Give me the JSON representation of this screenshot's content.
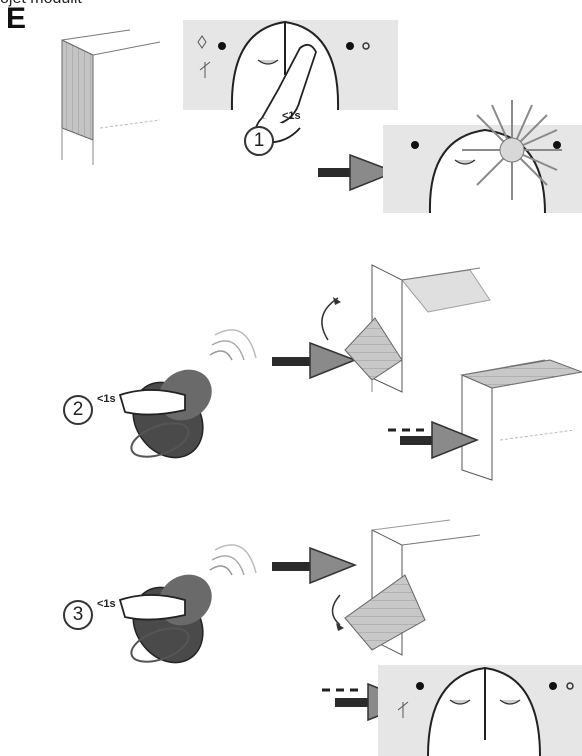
{
  "header": {
    "top_text": "ojet modulit",
    "section_letter": "E"
  },
  "steps": [
    {
      "number": "1",
      "time_label": "<1s"
    },
    {
      "number": "2",
      "time_label": "<1s"
    },
    {
      "number": "3",
      "time_label": "<1s"
    }
  ],
  "colors": {
    "panel_bg": "#e6e6e6",
    "line": "#555555",
    "arrow_fill": "#7a7a7a",
    "remote_body": "#5a5a5a",
    "hinge_panel": "#b8b8b8",
    "light_flash": "#bdbdbd"
  },
  "icons": [
    "gate-icon",
    "control-box-icon",
    "hand-press-icon",
    "light-flash-icon",
    "arrow-right-icon",
    "remote-control-icon",
    "gate-open-icon",
    "gate-close-icon",
    "signal-waves-icon"
  ]
}
